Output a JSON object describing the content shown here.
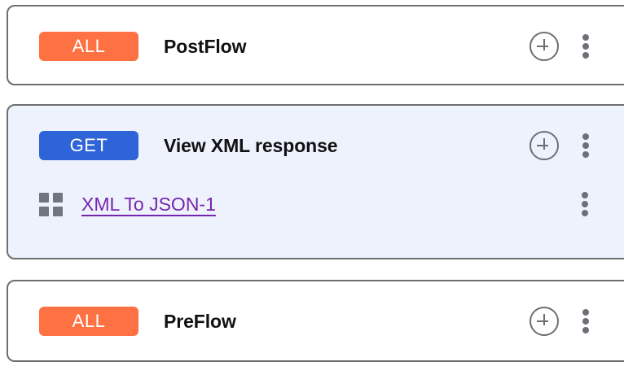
{
  "panels": [
    {
      "id": "postflow",
      "selected": false,
      "rows": [
        {
          "type": "endpoint",
          "badge": {
            "label": "ALL",
            "color": "#fd7143",
            "name": "method-badge-all"
          },
          "title": "PostFlow",
          "add_icon": "plus-circle-icon",
          "menu_icon": "kebab-menu-icon"
        }
      ]
    },
    {
      "id": "view-xml-response",
      "selected": true,
      "rows": [
        {
          "type": "endpoint",
          "badge": {
            "label": "GET",
            "color": "#2f64d9",
            "name": "method-badge-get"
          },
          "title": "View XML response",
          "add_icon": "plus-circle-icon",
          "menu_icon": "kebab-menu-icon"
        },
        {
          "type": "policy",
          "icon": "policy-grid-icon",
          "link": "XML To JSON-1",
          "link_color": "#7526ad",
          "menu_icon": "kebab-menu-icon"
        }
      ]
    },
    {
      "id": "preflow",
      "selected": false,
      "rows": [
        {
          "type": "endpoint",
          "badge": {
            "label": "ALL",
            "color": "#fd7143",
            "name": "method-badge-all"
          },
          "title": "PreFlow",
          "add_icon": "plus-circle-icon",
          "menu_icon": "kebab-menu-icon"
        }
      ]
    }
  ],
  "theme": {
    "panel_border": "#6e6e73",
    "panel_bg": "#ffffff",
    "panel_bg_selected": "#eef2fc",
    "icon_gray": "#6e7078",
    "title_color": "#111114"
  }
}
